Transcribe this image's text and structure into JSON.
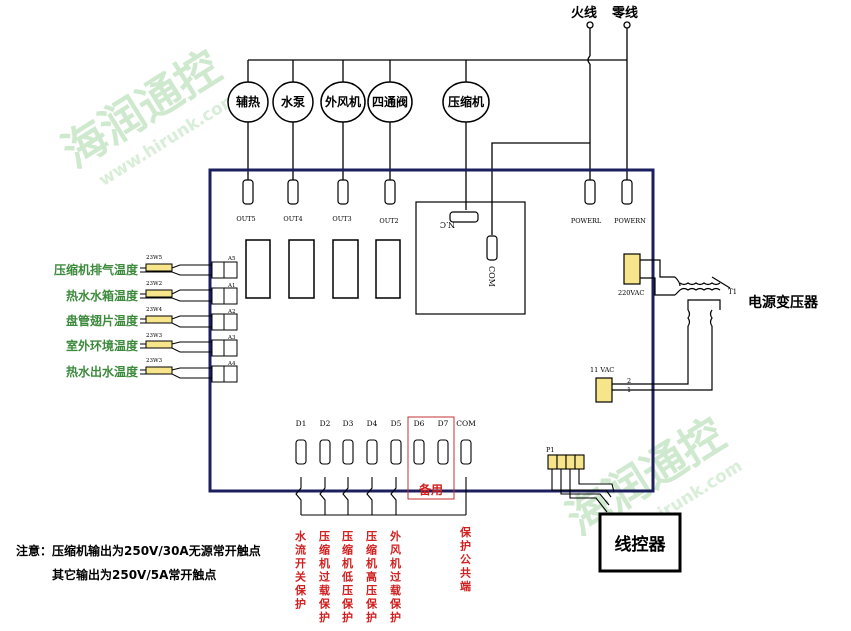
{
  "watermark": {
    "brand": "海润通控",
    "url": "www.hirunk.com",
    "color": "#cfe9cf"
  },
  "power_inputs": {
    "live": "火线",
    "neutral": "零线"
  },
  "loads": [
    "辅热",
    "水泵",
    "外风机",
    "四通阀",
    "压缩机"
  ],
  "board": {
    "relay_outputs": [
      "OUT5",
      "OUT4",
      "OUT3",
      "OUT2"
    ],
    "nc_label": "N.C",
    "com_label": "COM",
    "power_terminals": [
      "POWERL",
      "POWERN"
    ],
    "ac220_label": "220VAC",
    "ac11_label": "11 VAC",
    "transformer_pins": [
      "2",
      "1"
    ],
    "p1_label": "P1"
  },
  "transformer": {
    "id": "T1",
    "label": "电源变压器"
  },
  "sensors": [
    {
      "name": "压缩机排气温度",
      "code": "23W5",
      "port": "A5"
    },
    {
      "name": "热水水箱温度",
      "code": "23W2",
      "port": "A1"
    },
    {
      "name": "盘管翅片温度",
      "code": "23W4",
      "port": "A2"
    },
    {
      "name": "室外环境温度",
      "code": "23W3",
      "port": "A3"
    },
    {
      "name": "热水出水温度",
      "code": "23W3",
      "port": "A4"
    }
  ],
  "inputs": {
    "terminals": [
      "D1",
      "D2",
      "D3",
      "D4",
      "D5",
      "D6",
      "D7",
      "COM"
    ],
    "spare_label": "备用",
    "descriptions": [
      "水流开关保护",
      "压缩机过载保护",
      "压缩机低压保护",
      "压缩机高压保护",
      "外风机过载保护"
    ],
    "common": "保护公共端"
  },
  "controller": {
    "label": "线控器"
  },
  "notes": {
    "line1": "注意：压缩机输出为250V/30A无源常开触点",
    "line2": "其它输出为250V/5A常开触点"
  },
  "colors": {
    "board": "#1c1f5e",
    "sensor_text": "#3c8a3c",
    "protect_text": "#d22020",
    "line": "#000000"
  }
}
